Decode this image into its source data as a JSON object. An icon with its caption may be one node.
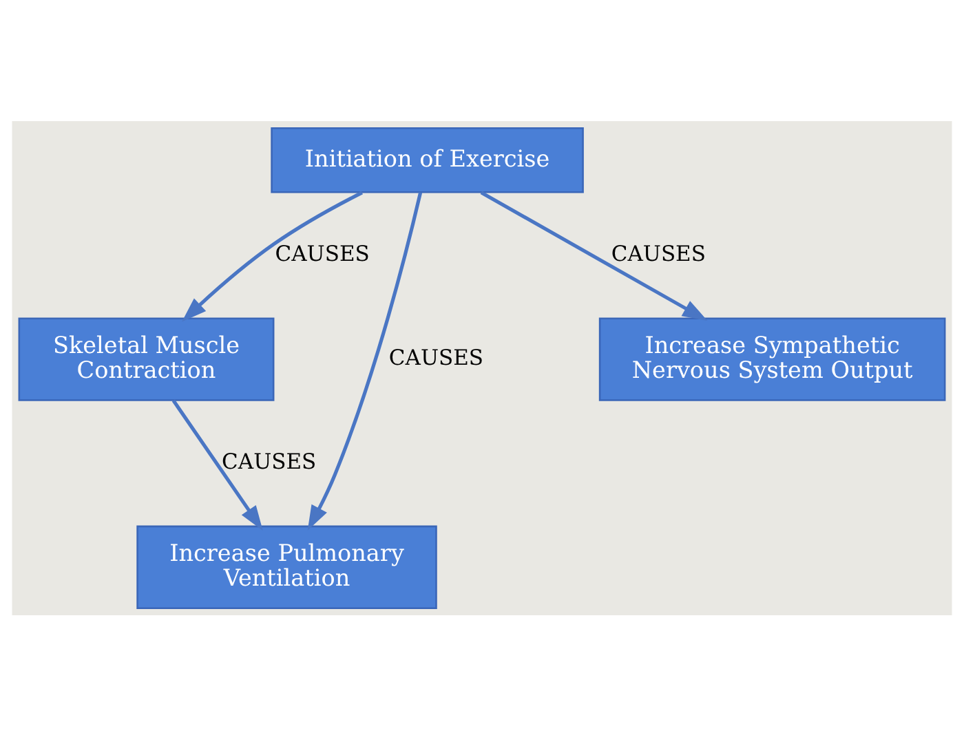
{
  "diagram": {
    "nodes": [
      {
        "text": [
          "Initiation of Exercise"
        ]
      },
      {
        "text": [
          "Skeletal Muscle Contraction"
        ]
      },
      {
        "text": [
          "Increase Pulmonary Ventilation"
        ]
      },
      {
        "text": [
          "Increase Sympathetic Nervous System Output"
        ]
      }
    ],
    "edges": [
      {
        "from": 0,
        "to": 1,
        "arrow": "to",
        "label": "CAUSES"
      },
      {
        "from": 0,
        "to": 2,
        "arrow": "to",
        "label": "CAUSES"
      },
      {
        "from": 0,
        "to": 3,
        "arrow": "to",
        "label": "CAUSES"
      },
      {
        "from": 1,
        "to": 2,
        "arrow": "to",
        "label": "CAUSES"
      }
    ]
  }
}
